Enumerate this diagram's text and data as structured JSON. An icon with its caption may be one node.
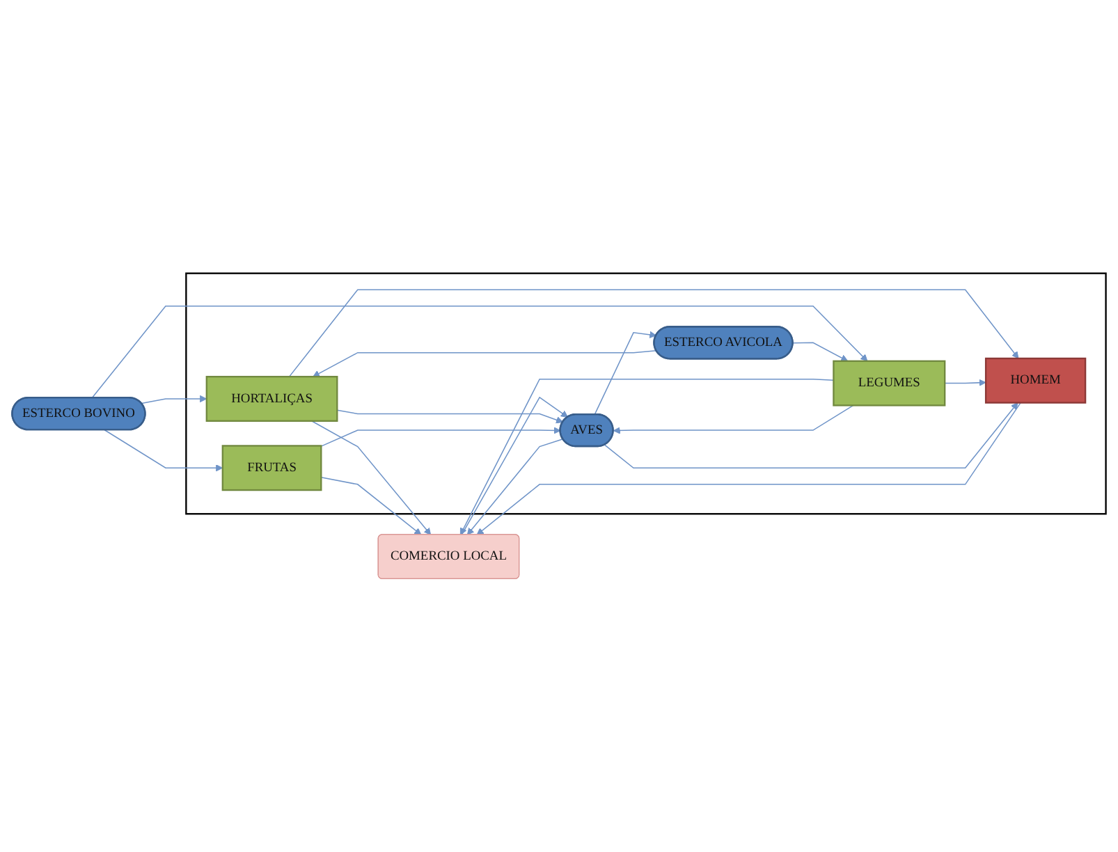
{
  "diagram": {
    "nodes": [
      {
        "text": [
          "ESTERCO BOVINO"
        ]
      },
      {
        "text": [
          "COMERCIO LOCAL"
        ]
      },
      {
        "text": [],
        "shape": "box"
      },
      {
        "text": [
          "HOMEM"
        ],
        "in": 2
      },
      {
        "text": [
          "HORTALIÇAS"
        ],
        "in": 2
      },
      {
        "text": [
          "AVES"
        ],
        "in": 2
      },
      {
        "text": [
          "LEGUMES"
        ],
        "in": 2
      },
      {
        "text": [
          "FRUTAS"
        ],
        "in": 2
      },
      {
        "text": [
          "ESTERCO AVICOLA"
        ],
        "in": 2
      }
    ],
    "edges": [
      {
        "from": 0,
        "to": 4,
        "arrow": "to"
      },
      {
        "from": 0,
        "to": 6,
        "arrow": "to"
      },
      {
        "from": 0,
        "to": 7,
        "arrow": "to"
      },
      {
        "from": 4,
        "to": 1,
        "arrow": "to"
      },
      {
        "from": 6,
        "to": 1,
        "arrow": "to"
      },
      {
        "from": 7,
        "to": 1,
        "arrow": "to"
      },
      {
        "from": 1,
        "to": 5,
        "arrow": "to"
      },
      {
        "from": 5,
        "to": 1,
        "arrow": "to"
      },
      {
        "from": 3,
        "to": 1,
        "arrow": "to"
      },
      {
        "from": 4,
        "to": 3,
        "arrow": "to"
      },
      {
        "from": 4,
        "to": 5,
        "arrow": "to"
      },
      {
        "from": 6,
        "to": 3,
        "arrow": "to"
      },
      {
        "from": 6,
        "to": 5,
        "arrow": "to"
      },
      {
        "from": 7,
        "to": 5,
        "arrow": "to"
      },
      {
        "from": 5,
        "to": 3,
        "arrow": "to"
      },
      {
        "from": 5,
        "to": 8,
        "arrow": "to"
      },
      {
        "from": 8,
        "to": 4,
        "arrow": "to"
      },
      {
        "from": 8,
        "to": 6,
        "arrow": "to"
      }
    ]
  }
}
